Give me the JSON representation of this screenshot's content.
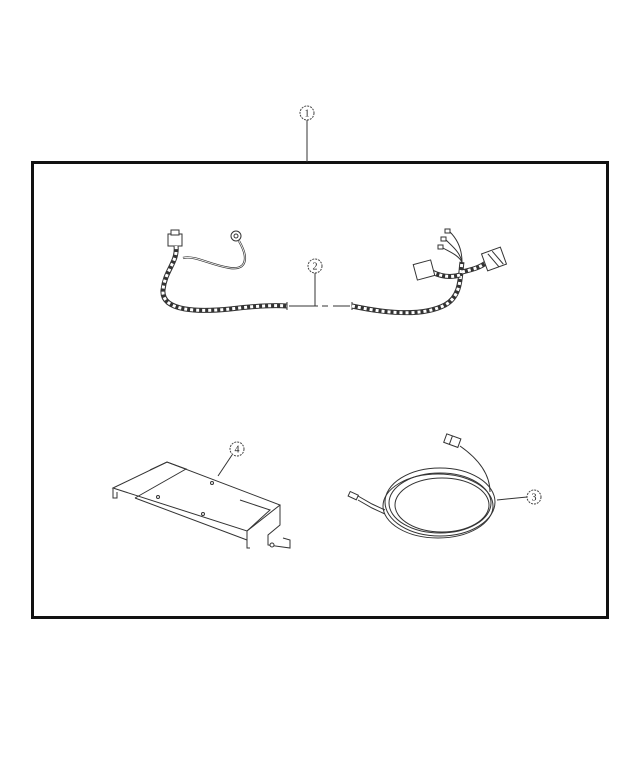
{
  "diagram": {
    "type": "exploded parts illustration",
    "frame_color": "#111111",
    "callouts": [
      {
        "id": "1",
        "label": "1",
        "target": "assembly-kit"
      },
      {
        "id": "2",
        "label": "2",
        "target": "wiring-harness"
      },
      {
        "id": "3",
        "label": "3",
        "target": "cable-coil"
      },
      {
        "id": "4",
        "label": "4",
        "target": "mounting-bracket"
      }
    ]
  }
}
